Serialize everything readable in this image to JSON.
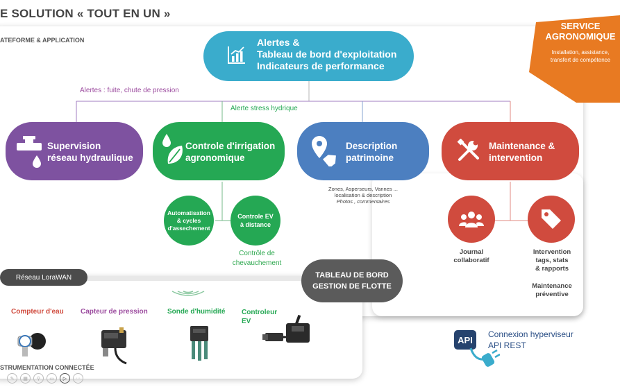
{
  "title": "E SOLUTION « TOUT EN UN »",
  "platform_label": "ATEFORME & APPLICATION",
  "instrumentation_label": "STRUMENTATION CONNECTÉE",
  "top_box": {
    "line1": "Alertes &",
    "line2": "Tableau de bord d'exploitation",
    "line3": "Indicateurs de performance",
    "icon": "chart-icon",
    "color": "#3aaccc"
  },
  "alerts": {
    "leak": "Alertes : fuite, chute de pression",
    "stress": "Alerte stress hydrique"
  },
  "pills": [
    {
      "line1": "Supervision",
      "line2": "réseau hydraulique",
      "icon": "pipe-icon",
      "color": "#7e52a0"
    },
    {
      "line1": "Controle d'irrigation",
      "line2": "agronomique",
      "icon": "leaf-icon",
      "color": "#25a854"
    },
    {
      "line1": "Description",
      "line2": "patrimoine",
      "icon": "location-tag-icon",
      "color": "#4c7fc0"
    },
    {
      "line1": "Maintenance &",
      "line2": "intervention",
      "icon": "tools-icon",
      "color": "#d04b3e"
    }
  ],
  "description_note": {
    "line1": "Zones, Asperseurs, Vannes ...",
    "line2": "localisation & description",
    "line3": "Photos , commentaires"
  },
  "green_circles": [
    {
      "line1": "Automatisation",
      "line2": "& cycles",
      "line3": "d'assechement"
    },
    {
      "line1": "Controle EV",
      "line2": "à distance"
    }
  ],
  "overlap_label": {
    "line1": "Contrôle de",
    "line2": "chevauchement"
  },
  "red_circles": [
    {
      "icon": "people-icon",
      "line1": "Journal",
      "line2": "collaboratif"
    },
    {
      "icon": "tag-icon",
      "line1": "Intervention",
      "line2": "tags,  stats",
      "line3": "& rapports"
    }
  ],
  "preventive": {
    "line1": "Maintenance",
    "line2": "préventive"
  },
  "service": {
    "title1": "SERVICE",
    "title2": "AGRONOMIQUE",
    "desc1": "Installation, assistance,",
    "desc2": "transfert de compétence",
    "color": "#e87a22"
  },
  "lorawan": "Réseau LoraWAN",
  "fleet": {
    "line1": "TABLEAU DE BORD",
    "line2": "GESTION DE FLOTTE"
  },
  "devices": [
    {
      "label": "Compteur d'eau",
      "color": "#d04b3e"
    },
    {
      "label": "Capteur de pression",
      "color": "#9b4a9e"
    },
    {
      "label": "Sonde d'humidité",
      "color": "#25a854"
    },
    {
      "label1": "Controleur",
      "label2": "EV",
      "color": "#25a854"
    }
  ],
  "api": {
    "badge": "API",
    "line1": "Connexion hyperviseur",
    "line2": "API REST"
  }
}
